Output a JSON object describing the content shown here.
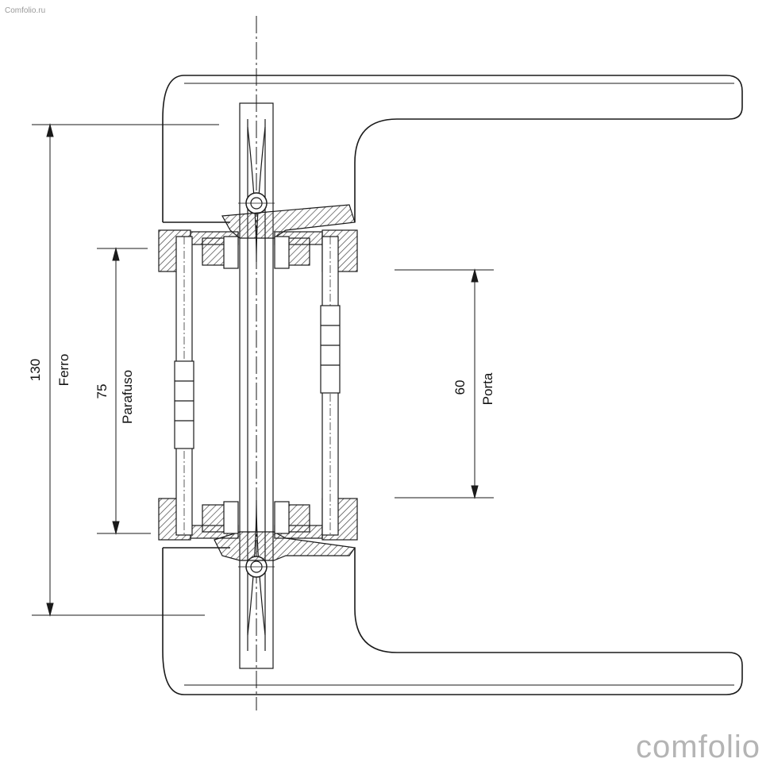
{
  "watermark": {
    "top_left": "Comfolio.ru",
    "bottom_right": "comfolio"
  },
  "dimensions": {
    "ferro": {
      "value": "130",
      "label": "Ferro"
    },
    "parafuso": {
      "value": "75",
      "label": "Parafuso"
    },
    "porta": {
      "value": "60",
      "label": "Porta"
    }
  },
  "colors": {
    "line": "#1a1a1a",
    "hatch": "#555555",
    "watermark": "#b4b4b4"
  }
}
